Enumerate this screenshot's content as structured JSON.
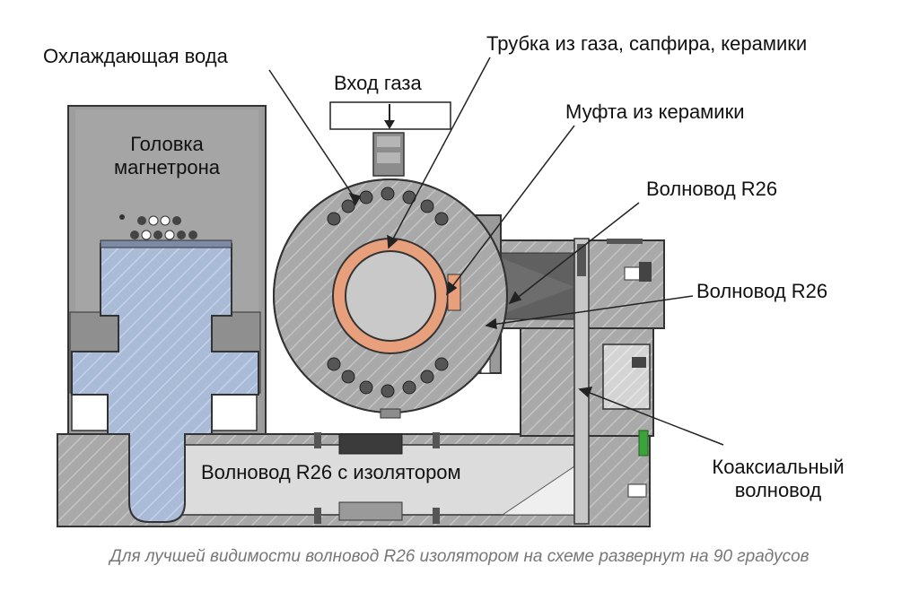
{
  "labels": {
    "cooling_water": "Охлаждающая вода",
    "gas_inlet": "Вход газа",
    "tube": "Трубка из газа, сапфира, керамики",
    "ceramic_sleeve": "Муфта из керамики",
    "waveguide_1": "Волновод R26",
    "waveguide_2": "Волновод R26",
    "magnetron_head_line1": "Головка",
    "magnetron_head_line2": "магнетрона",
    "waveguide_isolator": "Волновод R26 с изолятором",
    "coaxial_line1": "Коаксиальный",
    "coaxial_line2": "волновод"
  },
  "caption": "Для лучшей видимости волновод R26 изолятором на схеме развернут на 90 градусов",
  "colors": {
    "metal": "#a9a9a9",
    "metal_dark": "#8a8a8a",
    "outline": "#333333",
    "magnetron_core": "#aabbd8",
    "tube_ring": "#e8a07c",
    "center_bore": "#c9c9c9",
    "hole": "#555555",
    "green_pin": "#3aa33a"
  }
}
